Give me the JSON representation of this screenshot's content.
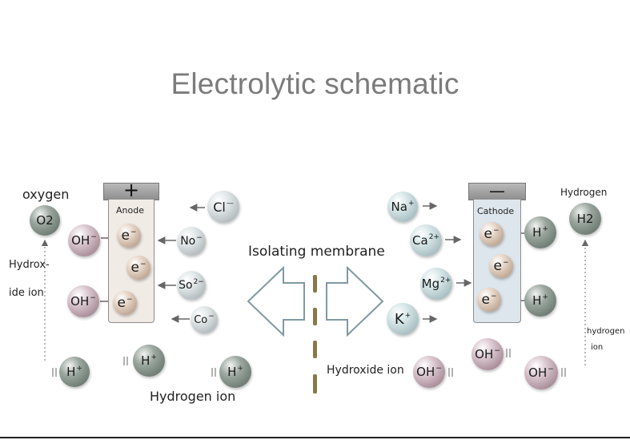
{
  "title": "Electrolytic schematic",
  "labels": {
    "oxygen": "oxygen",
    "hydroxide_ion_left_line1": "Hydrox-",
    "hydroxide_ion_left_line2": "ide ion",
    "isolating_membrane": "Isolating membrane",
    "hydrogen_ion": "Hydrogen ion",
    "hydroxide_ion_right": "Hydroxide ion",
    "hydrogen_right": "Hydrogen",
    "hydrogen_right_small_line1": "hydrogen",
    "hydrogen_right_small_line2": "ion",
    "anode": "Anode",
    "cathode": "Cathode",
    "anode_sign": "+",
    "cathode_sign": "—"
  },
  "particles": {
    "o2": "O2",
    "h2": "H2",
    "cl": "Cl",
    "cl_sup": "—",
    "no": "No",
    "no_sup": "−",
    "so": "So",
    "so_sup": "2−",
    "co": "Co",
    "co_sup": "−",
    "oh": "OH",
    "oh_sup": "−",
    "e": "e",
    "e_sup": "−",
    "na": "Na",
    "na_sup": "+",
    "ca": "Ca",
    "ca_sup": "2+",
    "mg": "Mg",
    "mg_sup": "2+",
    "k": "K",
    "k_sup": "+",
    "h": "H",
    "h_sup": "+"
  },
  "colors": {
    "title": "#7b7b7b",
    "membrane": "#8a7748",
    "tube_anode": "#f1ebe6",
    "tube_cathode": "#dde6ec",
    "arrow": "#666666"
  }
}
